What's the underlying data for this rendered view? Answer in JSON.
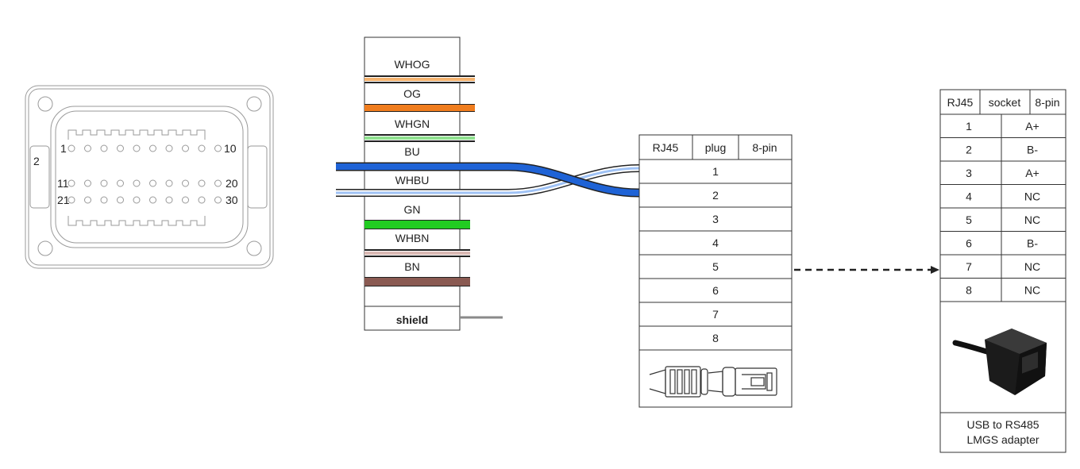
{
  "connector": {
    "pin_row1_start": "1",
    "pin_row1_end": "10",
    "pin_row2_start": "11",
    "pin_row2_end": "20",
    "pin_row3_start": "21",
    "pin_row3_end": "30",
    "side_mark": "2"
  },
  "cable": {
    "wires": [
      "WHOG",
      "OG",
      "WHGN",
      "BU",
      "WHBU",
      "GN",
      "WHBN",
      "BN"
    ],
    "shield_label": "shield",
    "colors": {
      "orange": "#f07d1e",
      "light_orange": "#f5b36e",
      "green": "#22cc22",
      "light_green": "#8fe08f",
      "blue": "#1f63d6",
      "light_blue": "#9fc2f5",
      "brown": "#8a5a52",
      "light_brown": "#d9b8b3",
      "shield_grey": "#8a8a8a"
    }
  },
  "plug": {
    "header": [
      "RJ45",
      "plug",
      "8-pin"
    ],
    "pins": [
      "1",
      "2",
      "3",
      "4",
      "5",
      "6",
      "7",
      "8"
    ]
  },
  "socket": {
    "header": [
      "RJ45",
      "socket",
      "8-pin"
    ],
    "rows": [
      {
        "pin": "1",
        "signal": "A+"
      },
      {
        "pin": "2",
        "signal": "B-"
      },
      {
        "pin": "3",
        "signal": "A+"
      },
      {
        "pin": "4",
        "signal": "NC"
      },
      {
        "pin": "5",
        "signal": "NC"
      },
      {
        "pin": "6",
        "signal": "B-"
      },
      {
        "pin": "7",
        "signal": "NC"
      },
      {
        "pin": "8",
        "signal": "NC"
      }
    ],
    "caption_line1": "USB to RS485",
    "caption_line2": "LMGS adapter"
  }
}
